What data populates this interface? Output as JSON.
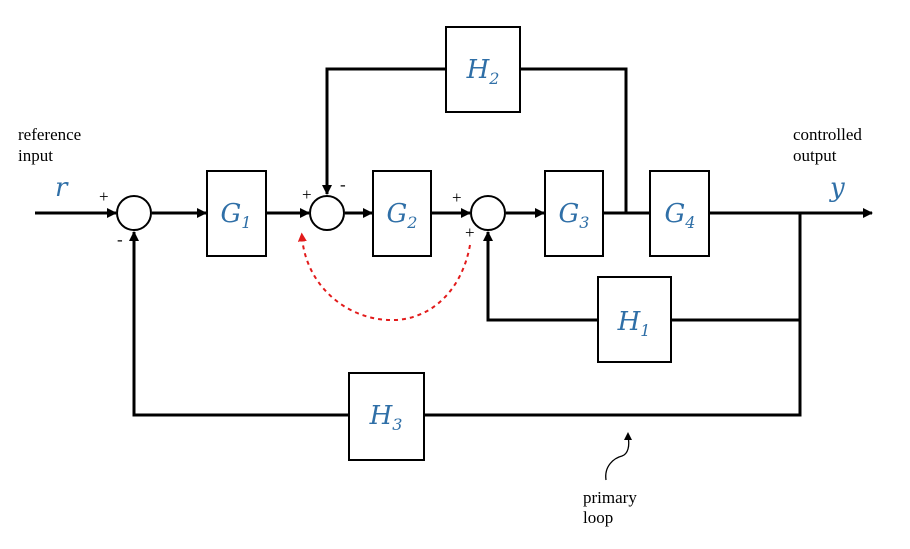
{
  "blocks": {
    "G1": {
      "letter": "G",
      "sub": "1"
    },
    "G2": {
      "letter": "G",
      "sub": "2"
    },
    "G3": {
      "letter": "G",
      "sub": "3"
    },
    "G4": {
      "letter": "G",
      "sub": "4"
    },
    "H1": {
      "letter": "H",
      "sub": "1"
    },
    "H2": {
      "letter": "H",
      "sub": "2"
    },
    "H3": {
      "letter": "H",
      "sub": "3"
    }
  },
  "signals": {
    "input": "r",
    "output": "y"
  },
  "labels": {
    "input_line1": "reference",
    "input_line2": "input",
    "output_line1": "controlled",
    "output_line2": "output",
    "loop_line1": "primary",
    "loop_line2": "loop"
  },
  "signs": {
    "s1_top": "+",
    "s1_bottom": "-",
    "s2_left": "+",
    "s2_top": "-",
    "s3_left": "+",
    "s3_bottom": "+"
  },
  "colors": {
    "block_text": "#2f6fa7",
    "highlight": "#e21b1b"
  }
}
